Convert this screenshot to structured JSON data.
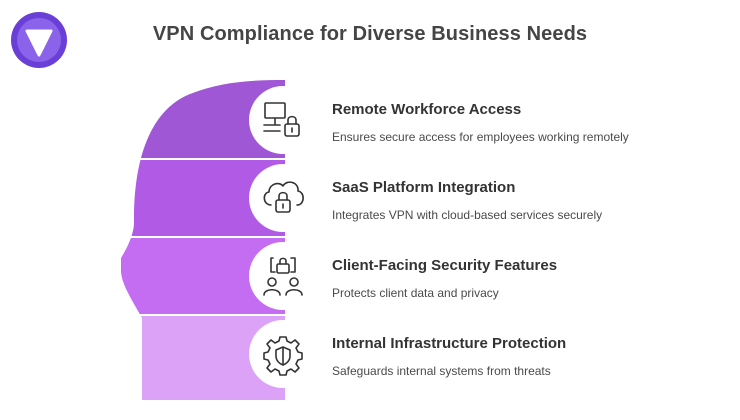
{
  "title": "VPN Compliance for Diverse Business Needs",
  "colors": {
    "band_1": "#9f57d6",
    "band_2": "#b05ae6",
    "band_3": "#c46df2",
    "band_4": "#dca2f7",
    "circle_stroke": "#333333",
    "text_dark": "#333333",
    "logo_outer": "#6a3fd8",
    "logo_inner": "#ffffff"
  },
  "items": [
    {
      "title": "Remote Workforce Access",
      "description": "Ensures secure access for employees working remotely",
      "icon": "computer-lock-icon"
    },
    {
      "title": "SaaS Platform Integration",
      "description": "Integrates VPN with cloud-based services securely",
      "icon": "cloud-lock-icon"
    },
    {
      "title": "Client-Facing Security Features",
      "description": "Protects client data and privacy",
      "icon": "users-lock-icon"
    },
    {
      "title": "Internal Infrastructure Protection",
      "description": "Safeguards internal systems from threats",
      "icon": "gear-shield-icon"
    }
  ]
}
